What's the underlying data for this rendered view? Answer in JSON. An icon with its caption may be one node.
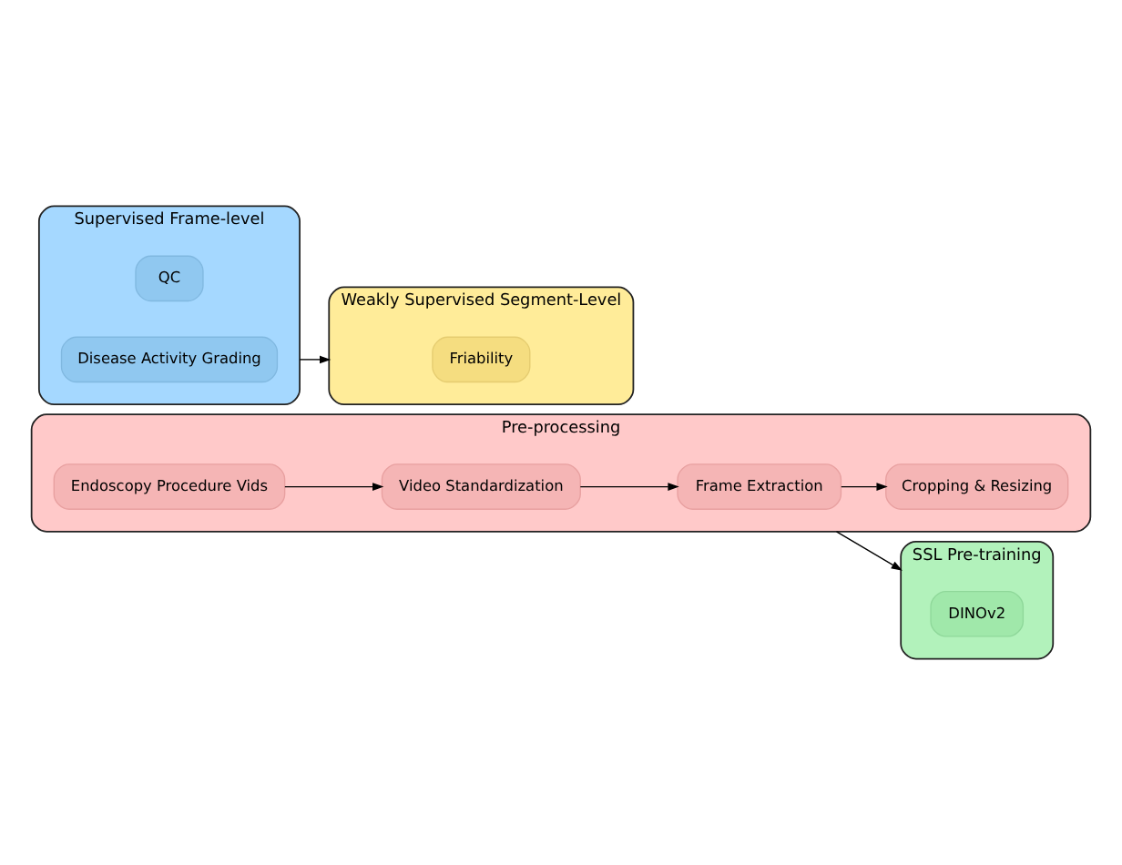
{
  "diagram": {
    "nodes": [
      {
        "text": [
          "Pre-processing"
        ]
      },
      {
        "text": [
          "Endoscopy Procedure Vids"
        ],
        "in": 0
      },
      {
        "text": [
          "Cropping & Resizing"
        ],
        "in": 0
      },
      {
        "text": [
          "Video Standardization"
        ],
        "in": 0
      },
      {
        "text": [
          "Frame Extraction"
        ],
        "in": 0
      },
      {
        "text": [
          "SSL Pre-training"
        ]
      },
      {
        "text": [
          "DINOv2"
        ],
        "in": 5
      },
      {
        "text": [
          "Weakly Supervised Segment-Level"
        ]
      },
      {
        "text": [
          "Friability"
        ],
        "in": 7
      },
      {
        "text": [
          "Supervised Frame-level"
        ]
      },
      {
        "text": [
          "QC"
        ],
        "in": 9
      },
      {
        "text": [
          "Disease Activity Grading"
        ],
        "in": 9
      }
    ],
    "edges": [
      {
        "from": 1,
        "to": 3,
        "arrow": "to"
      },
      {
        "from": 3,
        "to": 4,
        "arrow": "to"
      },
      {
        "from": 4,
        "to": 2,
        "arrow": "to"
      },
      {
        "from": 0,
        "to": 5,
        "arrow": "to"
      },
      {
        "from": 9,
        "to": 7,
        "arrow": "to"
      }
    ]
  }
}
